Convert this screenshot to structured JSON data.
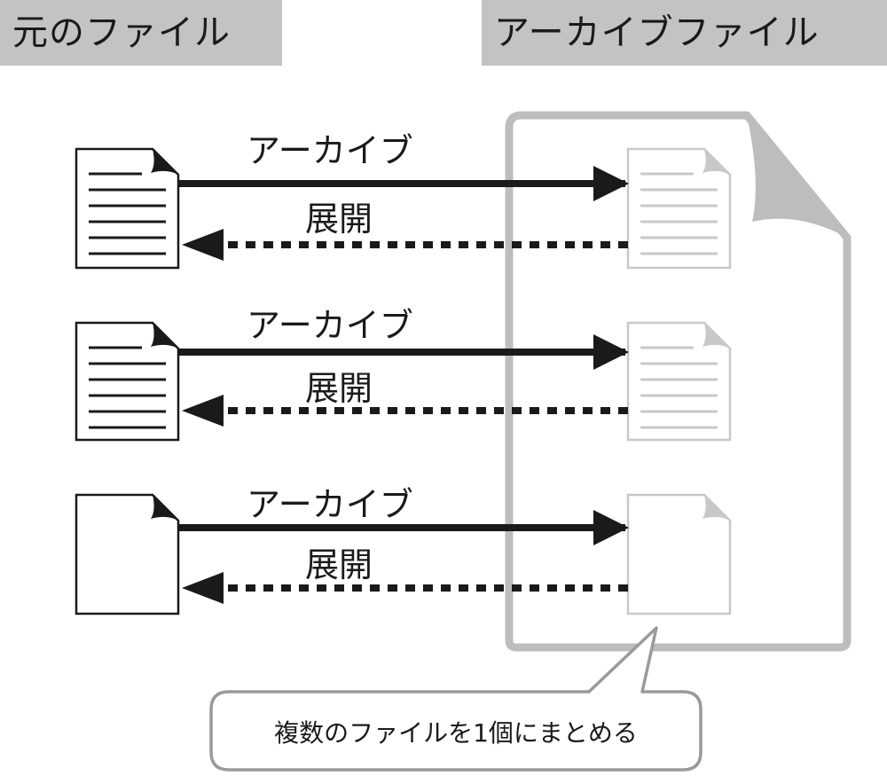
{
  "headers": {
    "original": "元のファイル",
    "archive": "アーカイブファイル"
  },
  "rows": [
    {
      "archive_label": "アーカイブ",
      "extract_label": "展開",
      "file_has_text": true
    },
    {
      "archive_label": "アーカイブ",
      "extract_label": "展開",
      "file_has_text": true
    },
    {
      "archive_label": "アーカイブ",
      "extract_label": "展開",
      "file_has_text": false
    }
  ],
  "callout": {
    "text": "複数のファイルを1個にまとめる"
  },
  "colors": {
    "header_bg": "#c3c3c3",
    "archive_outline": "#bdbdbd",
    "dark": "#1a1a1a",
    "faded": "#c8c8c8"
  }
}
